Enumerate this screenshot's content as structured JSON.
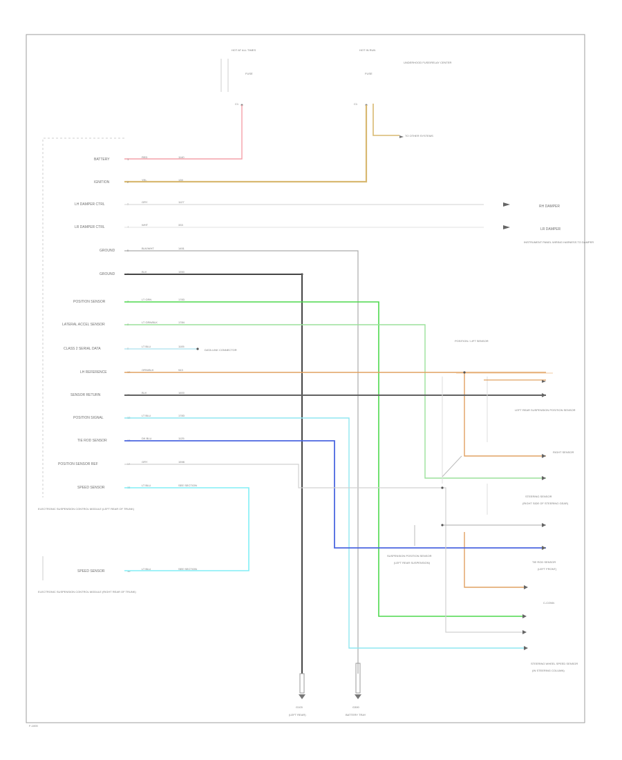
{
  "diagram": {
    "border_color": "#9e9e9e",
    "frame_code": "F-1000",
    "top_fuses": [
      {
        "title": "HOT AT ALL TIMES",
        "fuse": "FUSE",
        "conn": "C1"
      },
      {
        "title": "HOT IN RUN",
        "fuse": "FUSE",
        "conn": "C1"
      }
    ],
    "junction_note": "UNDERHOOD FUSE/RELAY CENTER",
    "other_systems": "TO OTHER SYSTEMS",
    "left_pins": [
      {
        "label": "BATTERY",
        "pin": "1",
        "color": "RED",
        "circuit": "1140",
        "wire": "#f4a0a8"
      },
      {
        "label": "IGNITION",
        "pin": "2",
        "color": "YEL",
        "circuit": "139",
        "wire": "#d8b870"
      },
      {
        "label": "LH DAMPER CTRL",
        "pin": "3",
        "color": "GRY",
        "circuit": "1127",
        "wire": "#e4e4e4"
      },
      {
        "label": "LR DAMPER CTRL",
        "pin": "4",
        "color": "WHT",
        "circuit": "333",
        "wire": "#e4e4e4"
      },
      {
        "label": "GROUND",
        "pin": "5",
        "color": "BLK/WHT",
        "circuit": "1451",
        "wire": "#aaaaaa"
      },
      {
        "label": "GROUND",
        "pin": "6",
        "color": "BLK",
        "circuit": "1550",
        "wire": "#555555"
      },
      {
        "label": "POSITION SENSOR",
        "pin": "7",
        "color": "LT GRN",
        "circuit": "1783",
        "wire": "#7cdc7c"
      },
      {
        "label": "LATERAL ACCEL SENSOR",
        "pin": "8",
        "color": "LT GRN/BLK",
        "circuit": "1784",
        "wire": "#98e098"
      },
      {
        "label": "CLASS 2 SERIAL DATA",
        "pin": "9",
        "color": "LT BLU",
        "circuit": "1105",
        "wire": "#b8e6f0"
      },
      {
        "label": "LH REFERENCE",
        "pin": "10",
        "color": "ORN/BLK",
        "circuit": "943",
        "wire": "#d8a070"
      },
      {
        "label": "SENSOR RETURN",
        "pin": "11",
        "color": "BLK",
        "circuit": "1600",
        "wire": "#606060"
      },
      {
        "label": "POSITION SIGNAL",
        "pin": "12",
        "color": "LT BLU",
        "circuit": "1783",
        "wire": "#a8e6f0"
      },
      {
        "label": "TIE ROD SENSOR",
        "pin": "13",
        "color": "DK BLU",
        "circuit": "1125",
        "wire": "#8c8ce0"
      },
      {
        "label": "POSITION SENSOR REF",
        "pin": "14",
        "color": "GRY",
        "circuit": "1598",
        "wire": "#d0d0d0"
      },
      {
        "label": "SPEED SENSOR",
        "pin": "15",
        "color": "LT BLU",
        "circuit": "SEE SECTION",
        "wire": "#80eef6"
      },
      {
        "label": "SPEED SENSOR",
        "pin": "16",
        "color": "LT BLU",
        "circuit": "SEE SECTION",
        "wire": "#80eef6"
      }
    ],
    "module_note_1": "ELECTRONIC SUSPENSION CONTROL MODULE (LEFT REAR OF TRUNK)",
    "module_note_2": "ELECTRONIC SUSPENSION CONTROL MODULE (RIGHT REAR OF TRUNK)",
    "dlc_note": "DATA LINK CONNECTOR",
    "right_labels": {
      "rh_damper": "RH DAMPER",
      "lr_damper": "LR DAMPER",
      "damper_note": "INSTRUMENT PANEL WIRING HARNESS TO DAMPER",
      "sensor_group": "POSITION / LIFT SENSOR",
      "sensor_group_note": "LEFT REAR SUSPENSION POSITION SENSOR",
      "right_sensor": "RIGHT SENSOR",
      "lower_sensor": "STEERING SENSOR",
      "lower_sensor_note": "(RIGHT SIDE OF STEERING GEAR)",
      "left_module": "SUSPENSION POSITION SENSOR",
      "left_module_note": "(LEFT REAR SUSPENSION)",
      "tie_rod": "TIE ROD SENSOR",
      "tie_rod_note": "(LEFT FRONT)",
      "bottom_right": "STEERING WHEEL SPEED SENSOR",
      "bottom_right_note": "(IN STEERING COLUMN)",
      "bottom_conn": "C-CONN"
    },
    "grounds": [
      {
        "label": "G103",
        "note": "(LEFT REAR)"
      },
      {
        "label": "G300",
        "note": "BATTERY TRAY"
      }
    ],
    "wire_colors": {
      "green": "#4cd84c",
      "blue": "#4a66e0",
      "cyan": "#6fe8f4",
      "orange": "#e0a060",
      "black": "#444444",
      "gray": "#bbbbbb"
    }
  }
}
